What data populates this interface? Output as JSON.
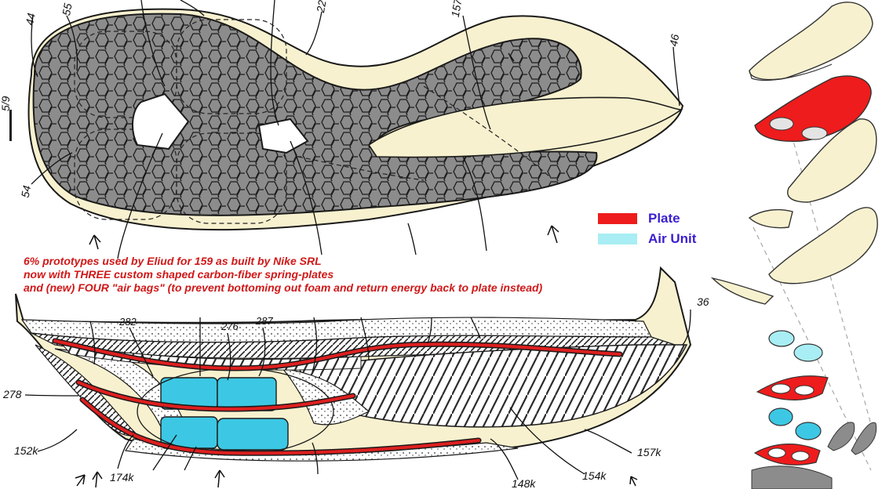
{
  "caption": {
    "line1": "6% prototypes used by Eliud for 159 as built by Nike SRL",
    "line2": "now with THREE custom shaped carbon-fiber spring-plates",
    "line3": "and (new) FOUR \"air bags\" (to prevent bottoming out foam and return energy back to  plate instead)"
  },
  "legend": {
    "items": [
      {
        "label": "Plate",
        "color": "#ee1c1c"
      },
      {
        "label": "Air Unit",
        "color": "#a8eef4"
      }
    ]
  },
  "colors": {
    "foam": "#f8f1cf",
    "tread": "#8c8c8c",
    "plate": "#dd1f1f",
    "air": "#3cc8e4",
    "hatch": "#2b2b2b"
  },
  "figure_labels": {
    "top": {
      "l44": "44",
      "l55": "55",
      "l22": "22",
      "l157": "157",
      "l46": "46",
      "l54": "54",
      "side": "5/9"
    },
    "bottom": {
      "l282": "282",
      "l276": "276",
      "l287": "287",
      "l36": "36",
      "l278": "278",
      "l152k": "152k",
      "l174k": "174k",
      "l148k": "148k",
      "l154k": "154k",
      "l157k": "157k"
    }
  }
}
